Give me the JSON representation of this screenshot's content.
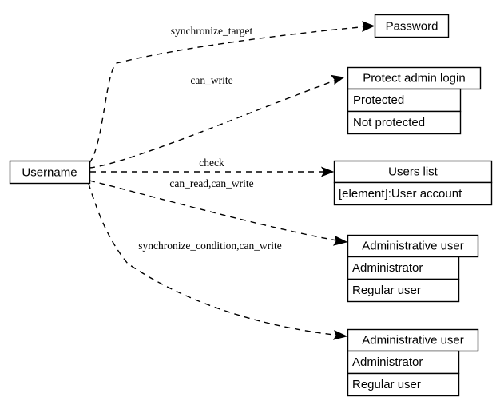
{
  "diagram": {
    "type": "directed-graph",
    "title": "",
    "background_color": "#ffffff",
    "line_color": "#000000",
    "edge_style": "dashed",
    "source_node": {
      "id": "username",
      "label": "Username"
    },
    "nodes": [
      {
        "id": "password",
        "header": "Password",
        "rows": []
      },
      {
        "id": "protect-admin-login",
        "header": "Protect admin login",
        "rows": [
          "Protected",
          "Not protected"
        ]
      },
      {
        "id": "users-list",
        "header": "Users list",
        "rows": [
          "[element]:User account"
        ]
      },
      {
        "id": "administrative-user-1",
        "header": "Administrative user",
        "rows": [
          "Administrator",
          "Regular user"
        ]
      },
      {
        "id": "administrative-user-2",
        "header": "Administrative user",
        "rows": [
          "Administrator",
          "Regular user"
        ]
      }
    ],
    "edges": [
      {
        "id": "edge-1",
        "from": "username",
        "to": "password",
        "label": "synchronize_target"
      },
      {
        "id": "edge-2",
        "from": "username",
        "to": "protect-admin-login",
        "label": "can_write"
      },
      {
        "id": "edge-3",
        "from": "username",
        "to": "users-list",
        "label": "check"
      },
      {
        "id": "edge-4",
        "from": "username",
        "to": "users-list",
        "label": "can_read,can_write"
      },
      {
        "id": "edge-5",
        "from": "username",
        "to": "administrative-user-1",
        "label": "synchronize_condition,can_write"
      },
      {
        "id": "edge-6",
        "from": "username",
        "to": "administrative-user-2",
        "label": ""
      }
    ]
  }
}
